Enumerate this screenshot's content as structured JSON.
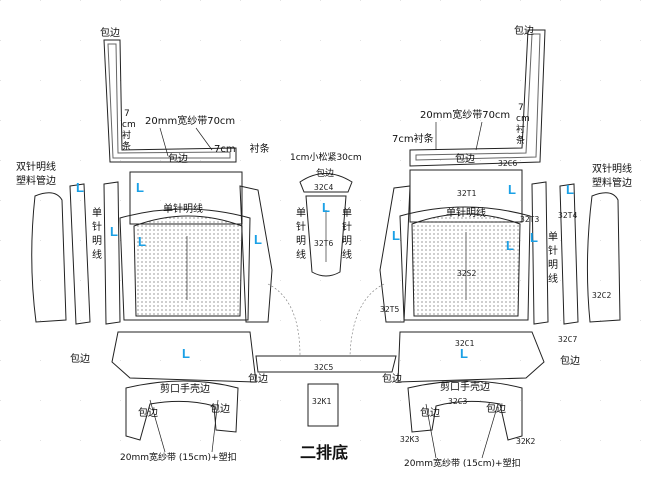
{
  "title": "二排底",
  "accent_color": "#1aa0e6",
  "labels": {
    "binding_edge": "包边",
    "gauze_tape_70": "20mm宽纱带70cm",
    "lining_strip": "衬条",
    "lining_strip_7cm": "7cm衬条",
    "vertical_7cm_lining": "7\ncm\n衬\n条",
    "elastic_30": "1cm小松紧30cm",
    "double_stitch_pipe": "双针明线\n塑料管边",
    "single_stitch": "单针明线",
    "single_stitch_vertical": "单\n针\n明\n线",
    "cut_hand_edge": "剪口手壳边",
    "gauze_tape_15": "20mm宽纱带 (15cm)+塑扣",
    "L": "L"
  },
  "codes": {
    "c4": "32C4",
    "t6": "32T6",
    "c6": "32C6",
    "t1": "32T1",
    "t3": "32T3",
    "t4": "32T4",
    "s2": "32S2",
    "c2": "32C2",
    "t5": "32T5",
    "c1": "32C1",
    "c7": "32C7",
    "c5": "32C5",
    "c3": "32C3",
    "k1": "32K1",
    "k2": "32K2",
    "k3": "32K3"
  }
}
